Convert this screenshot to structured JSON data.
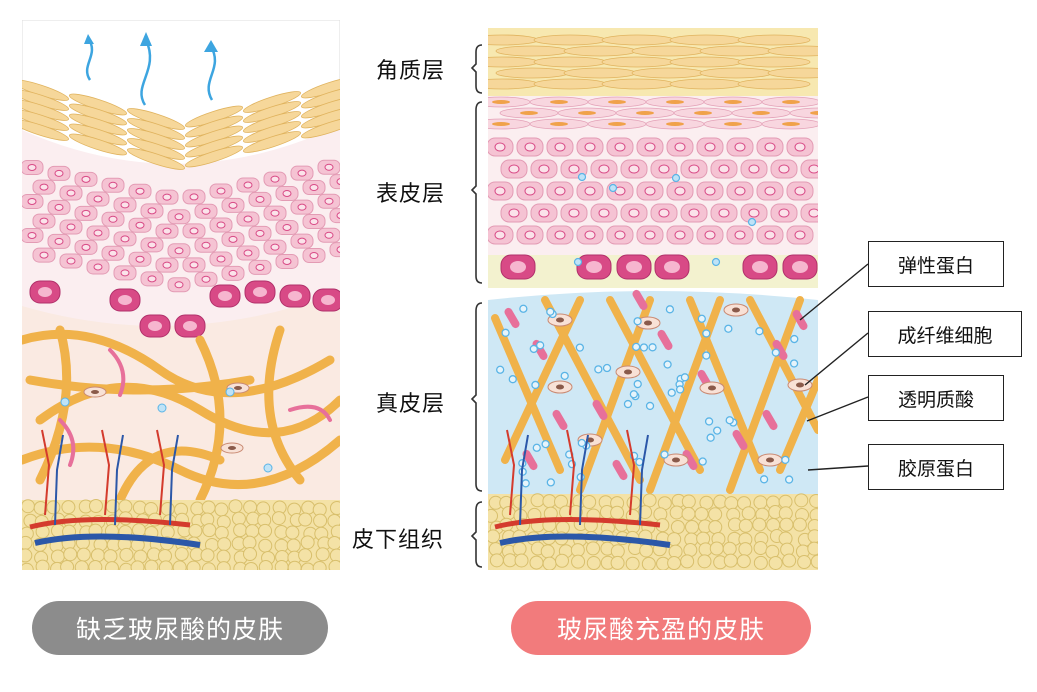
{
  "layers": {
    "stratum_corneum": "角质层",
    "epidermis": "表皮层",
    "dermis": "真皮层",
    "subcutis": "皮下组织"
  },
  "callouts": {
    "elastin": "弹性蛋白",
    "fibroblast": "成纤维细胞",
    "hyaluronic_acid": "透明质酸",
    "collagen": "胶原蛋白"
  },
  "captions": {
    "left": "缺乏玻尿酸的皮肤",
    "right": "玻尿酸充盈的皮肤"
  },
  "colors": {
    "caption_left_bg": "#8c8c8c",
    "caption_right_bg": "#f27b7c",
    "corneum": "#f6d79a",
    "cell_pink": "#f5c3d3",
    "nucleus": "#d84a86",
    "dermis_dry": "#faeae2",
    "dermis_hydrated": "#cfe8f5",
    "collagen_fiber": "#f0b24a",
    "elastin_fiber": "#e7709a",
    "hyaluronic_dot": "#5ab4e6",
    "fat": "#f4e2a6",
    "vessel_red": "#d43b2d",
    "vessel_blue": "#2b57a8"
  }
}
